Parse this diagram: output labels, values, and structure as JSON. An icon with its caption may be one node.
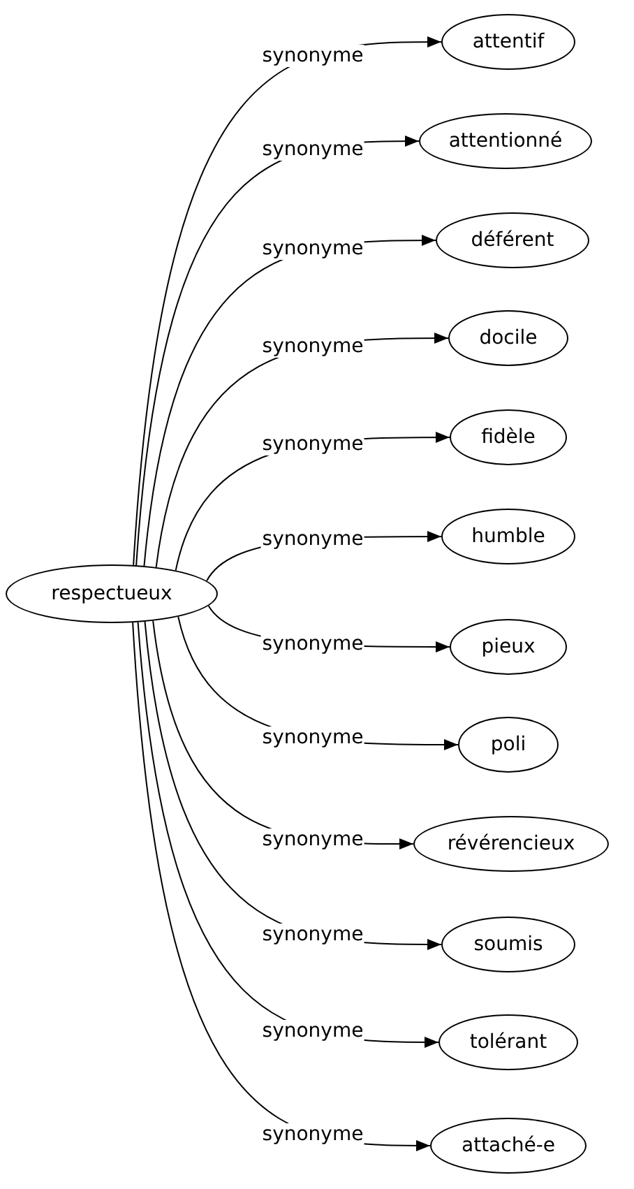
{
  "diagram": {
    "nodes": [
      {
        "text": [
          "respectueux"
        ]
      },
      {
        "text": [
          "attentif"
        ]
      },
      {
        "text": [
          "attentionné"
        ]
      },
      {
        "text": [
          "déférent"
        ]
      },
      {
        "text": [
          "docile"
        ]
      },
      {
        "text": [
          "fidèle"
        ]
      },
      {
        "text": [
          "humble"
        ]
      },
      {
        "text": [
          "pieux"
        ]
      },
      {
        "text": [
          "poli"
        ]
      },
      {
        "text": [
          "révérencieux"
        ]
      },
      {
        "text": [
          "soumis"
        ]
      },
      {
        "text": [
          "tolérant"
        ]
      },
      {
        "text": [
          "attaché-e"
        ]
      }
    ],
    "edges": [
      {
        "from": 0,
        "to": 1,
        "arrow": "to",
        "label": "synonyme"
      },
      {
        "from": 0,
        "to": 2,
        "arrow": "to",
        "label": "synonyme"
      },
      {
        "from": 0,
        "to": 3,
        "arrow": "to",
        "label": "synonyme"
      },
      {
        "from": 0,
        "to": 4,
        "arrow": "to",
        "label": "synonyme"
      },
      {
        "from": 0,
        "to": 5,
        "arrow": "to",
        "label": "synonyme"
      },
      {
        "from": 0,
        "to": 6,
        "arrow": "to",
        "label": "synonyme"
      },
      {
        "from": 0,
        "to": 7,
        "arrow": "to",
        "label": "synonyme"
      },
      {
        "from": 0,
        "to": 8,
        "arrow": "to",
        "label": "synonyme"
      },
      {
        "from": 0,
        "to": 9,
        "arrow": "to",
        "label": "synonyme"
      },
      {
        "from": 0,
        "to": 10,
        "arrow": "to",
        "label": "synonyme"
      },
      {
        "from": 0,
        "to": 11,
        "arrow": "to",
        "label": "synonyme"
      },
      {
        "from": 0,
        "to": 12,
        "arrow": "to",
        "label": "synonyme"
      }
    ]
  }
}
